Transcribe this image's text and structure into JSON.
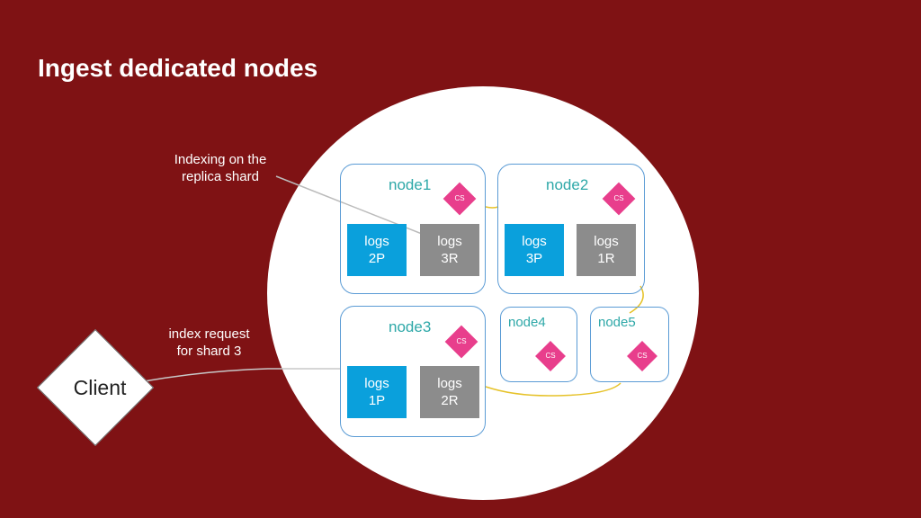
{
  "title": "Ingest dedicated nodes",
  "annotations": {
    "replica_line1": "Indexing on the",
    "replica_line2": "replica shard",
    "request_line1": "index request",
    "request_line2": "for shard 3"
  },
  "client": {
    "label": "Client"
  },
  "nodes": [
    {
      "name": "node1",
      "cs": "CS",
      "shards": [
        {
          "line1": "logs",
          "line2": "2P",
          "kind": "primary"
        },
        {
          "line1": "logs",
          "line2": "3R",
          "kind": "replica"
        }
      ]
    },
    {
      "name": "node2",
      "cs": "CS",
      "shards": [
        {
          "line1": "logs",
          "line2": "3P",
          "kind": "primary"
        },
        {
          "line1": "logs",
          "line2": "1R",
          "kind": "replica"
        }
      ]
    },
    {
      "name": "node3",
      "cs": "CS",
      "shards": [
        {
          "line1": "logs",
          "line2": "1P",
          "kind": "primary"
        },
        {
          "line1": "logs",
          "line2": "2R",
          "kind": "replica"
        }
      ]
    },
    {
      "name": "node4",
      "cs": "CS",
      "shards": []
    },
    {
      "name": "node5",
      "cs": "CS",
      "shards": []
    }
  ],
  "colors": {
    "background": "#7f1214",
    "primary_shard": "#0aa0dc",
    "replica_shard": "#8c8c8c",
    "cluster_state": "#e83e8c",
    "node_label": "#2ea8a8",
    "node_border": "#5a9bd5",
    "cluster_link": "#e6c229"
  },
  "icons": {
    "cluster_state": "diamond-icon",
    "client": "diamond-icon"
  }
}
